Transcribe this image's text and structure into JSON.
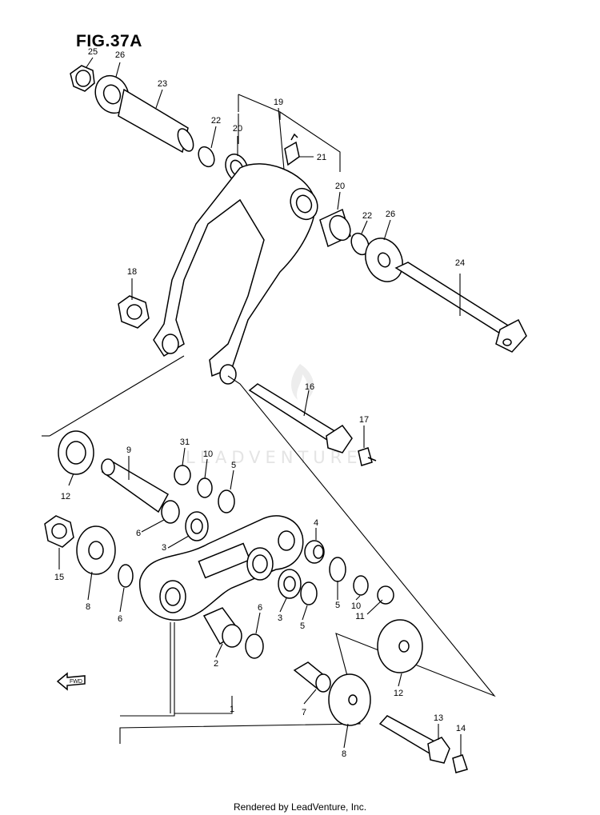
{
  "figure_title": "FIG.37A",
  "footer_text": "Rendered by LeadVenture, Inc.",
  "watermark_text": "LEADVENTURE",
  "fwd_label": "FWD",
  "callouts": [
    "25",
    "26",
    "23",
    "22",
    "20",
    "19",
    "21",
    "20",
    "22",
    "26",
    "24",
    "18",
    "16",
    "17",
    "31",
    "10",
    "9",
    "5",
    "12",
    "6",
    "3",
    "4",
    "15",
    "8",
    "6",
    "10",
    "5",
    "11",
    "3",
    "5",
    "6",
    "2",
    "12",
    "1",
    "7",
    "8",
    "13",
    "14"
  ]
}
